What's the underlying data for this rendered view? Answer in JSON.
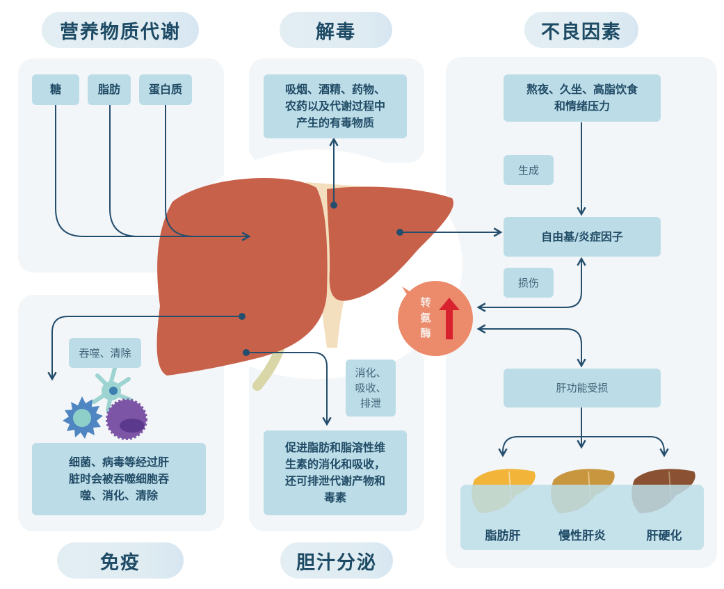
{
  "sections": {
    "metabolism": {
      "title": "营养物质代谢",
      "items": [
        "糖",
        "脂肪",
        "蛋白质"
      ]
    },
    "detox": {
      "title": "解毒",
      "description": "吸烟、酒精、药物、\n农药以及代谢过程中\n产生的有毒物质"
    },
    "risk_factors": {
      "title": "不良因素",
      "causes": "熬夜、久坐、高脂饮食\n和情绪压力",
      "generate_label": "生成",
      "free_radicals": "自由基/炎症因子",
      "damage_label": "损伤",
      "liver_damage": "肝功能受损",
      "diseases": [
        "脂肪肝",
        "慢性肝炎",
        "肝硬化"
      ]
    },
    "immunity": {
      "title": "免疫",
      "action_label": "吞噬、清除",
      "description": "细菌、病毒等经过肝\n脏时会被吞噬细胞吞\n噬、消化、清除"
    },
    "bile": {
      "title": "胆汁分泌",
      "action_label": "消化、\n吸收、\n排泄",
      "description": "促进脂肪和脂溶性维\n生素的消化和吸收，\n还可排泄代谢产物和\n毒素"
    }
  },
  "transaminase_badge": {
    "text": "转\n氨\n酶",
    "trend": "up"
  },
  "colors": {
    "liver": "#c8614a",
    "arrow": "#244e6d",
    "box": "#bcdde7",
    "panel": "#f3f6f8",
    "fatty_liver": "#f2b53a",
    "chronic_hepatitis": "#c8963e",
    "cirrhosis": "#8a5233",
    "badge": "#ec8a6c",
    "badge_arrow": "#d8232f"
  }
}
